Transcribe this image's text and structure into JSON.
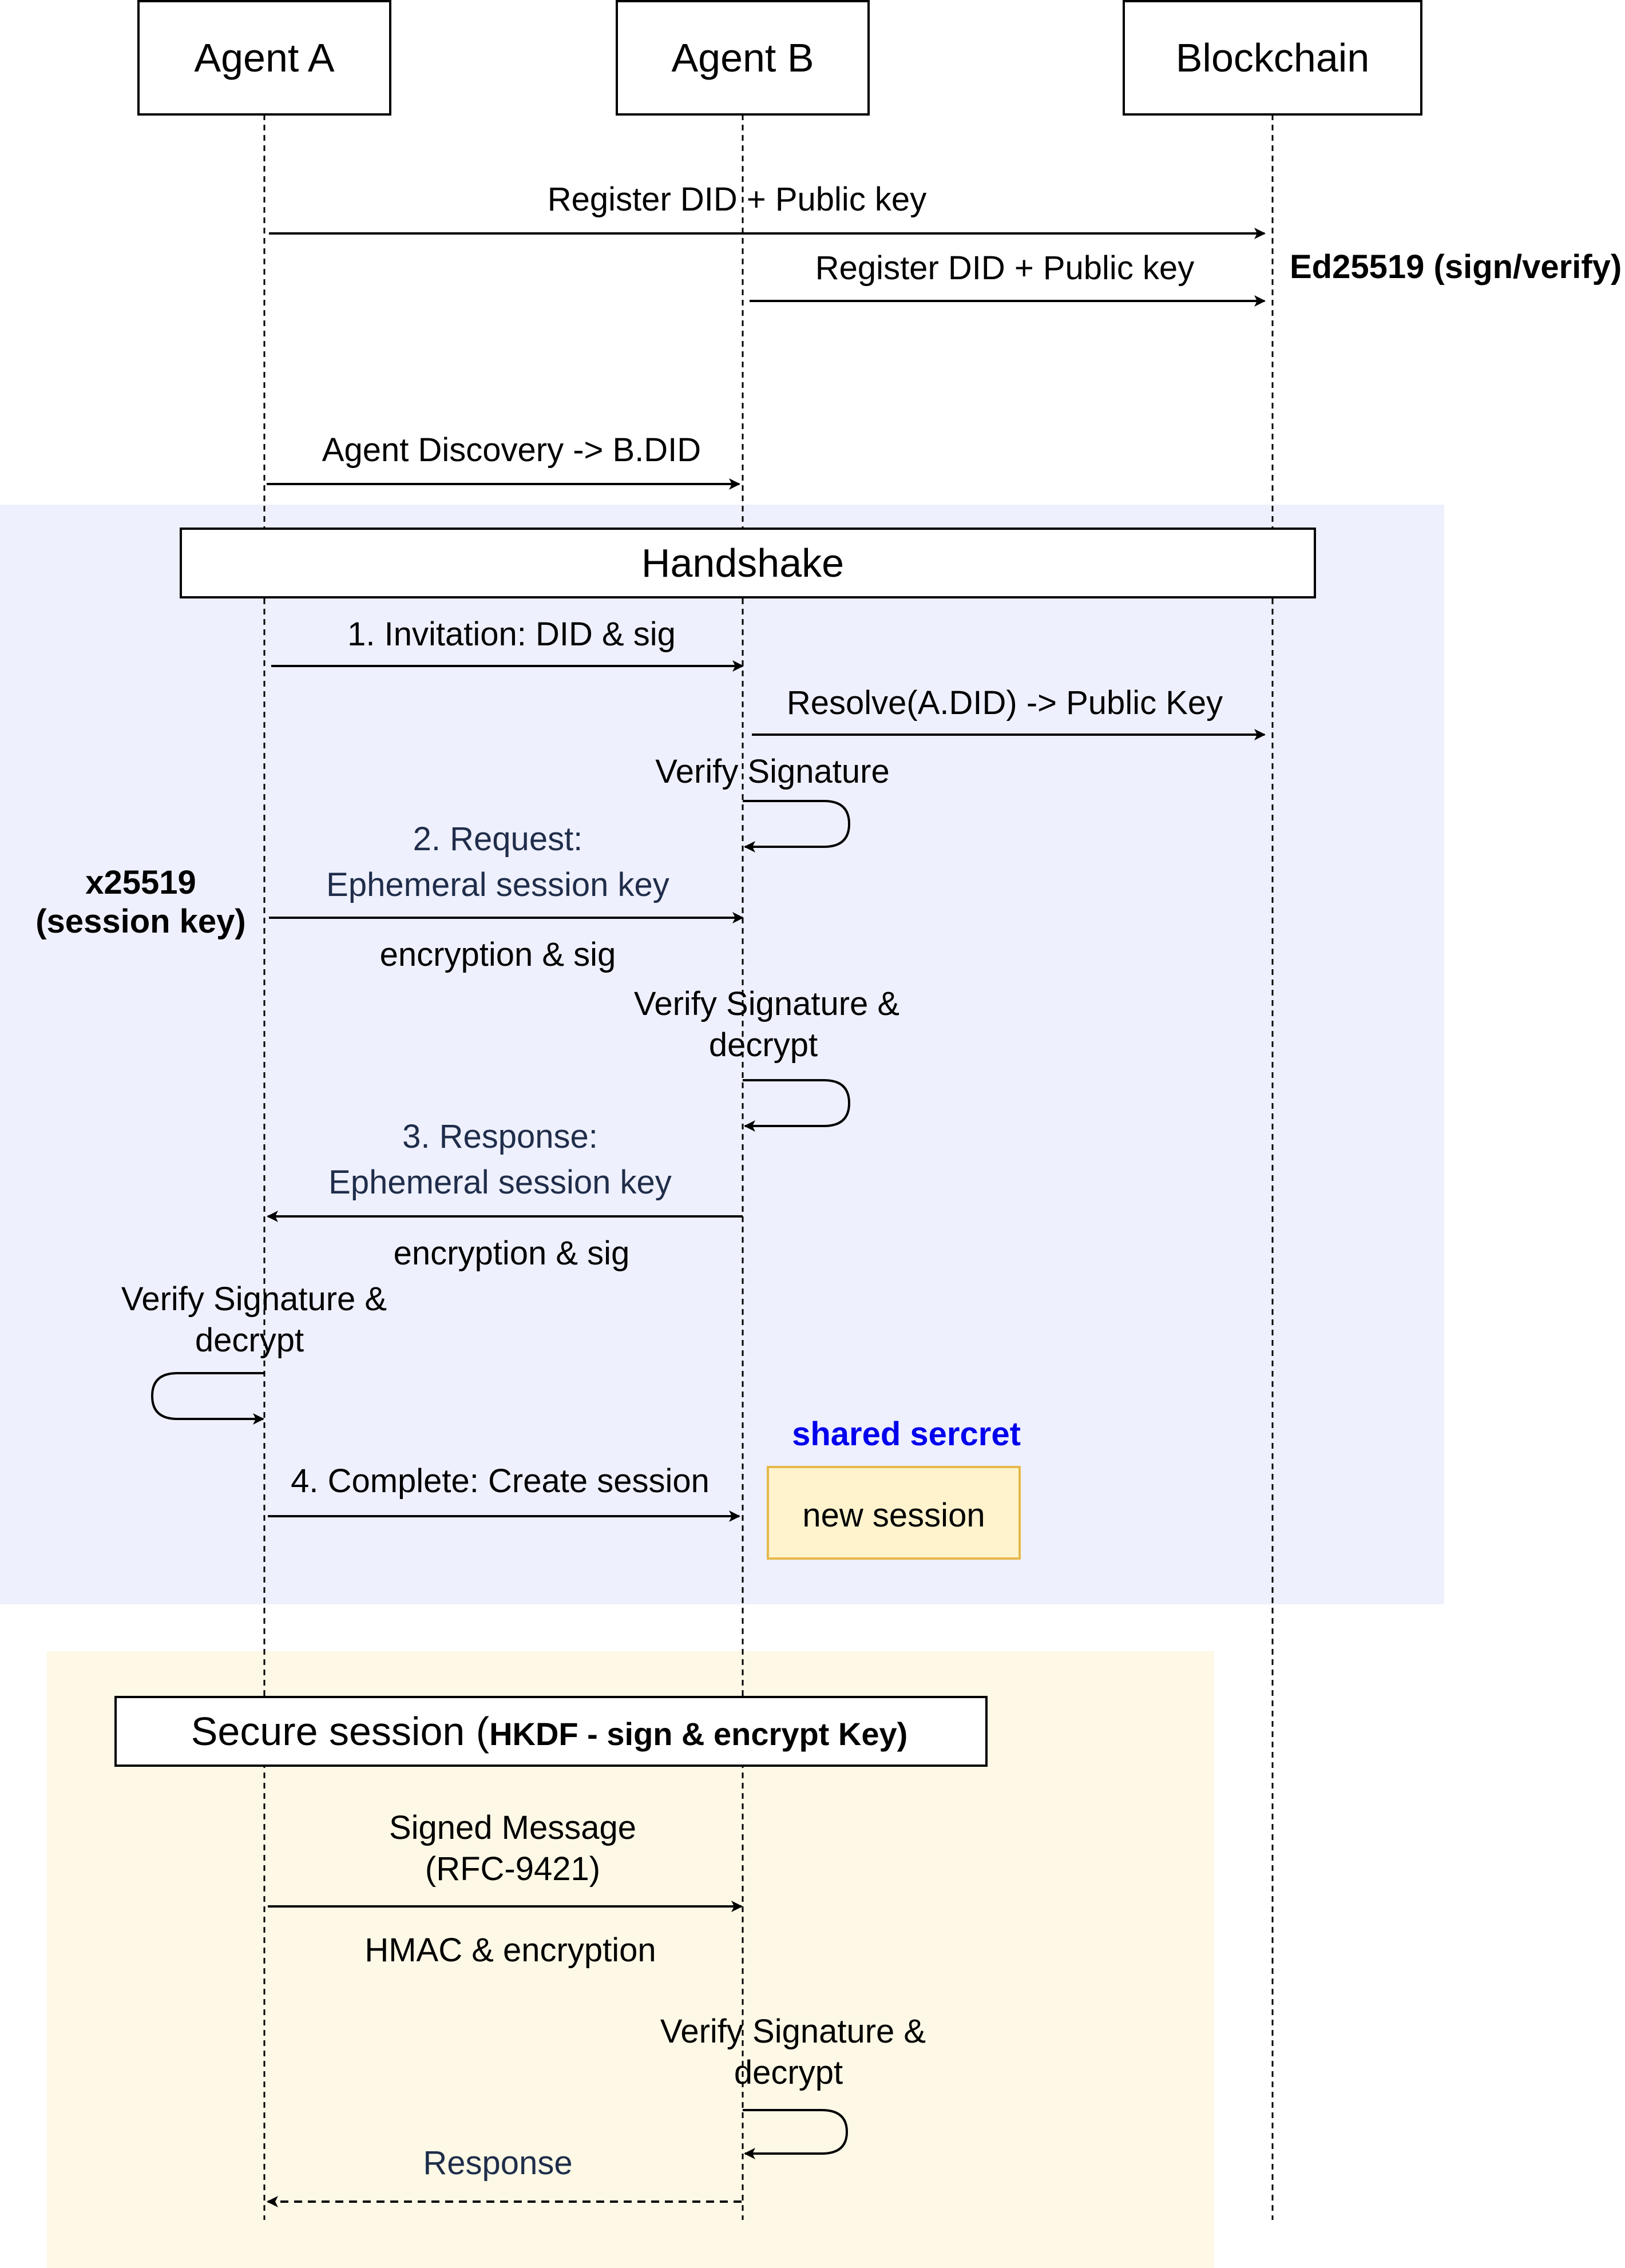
{
  "participants": [
    {
      "id": "agent-a",
      "label": "Agent A"
    },
    {
      "id": "agent-b",
      "label": "Agent B"
    },
    {
      "id": "blockchain",
      "label": "Blockchain"
    }
  ],
  "notes": {
    "ed25519": "Ed25519 (sign/verify)",
    "x25519_line1": "x25519",
    "x25519_line2": "(session key)",
    "shared_secret": "shared sercret",
    "new_session": "new session"
  },
  "colors": {
    "handshake_region": "#eef0fd",
    "secure_region": "#fdf9e6",
    "new_session_fill": "#fff3cd",
    "new_session_border": "#e6b84a",
    "shared_secret_text": "#0000ee",
    "navy_text": "#1f2d4a"
  },
  "handshake": {
    "title": "Handshake"
  },
  "secure_session": {
    "title_main": "Secure session (",
    "title_bold": "HKDF - sign & encrypt Key)"
  },
  "messages": {
    "register_a": "Register DID + Public key",
    "register_b": "Register DID + Public key",
    "discovery": "Agent Discovery -> B.DID",
    "invitation": "1. Invitation: DID & sig",
    "resolve": "Resolve(A.DID) -> Public Key",
    "verify_sig": "Verify Signature",
    "request_line1": "2. Request:",
    "request_line2": "Ephemeral session key",
    "request_sub": "encryption & sig",
    "verify_decrypt_b1_line1": "Verify Signature &",
    "verify_decrypt_b1_line2": "decrypt",
    "response_line1": "3. Response:",
    "response_line2": "Ephemeral session key",
    "response_sub": "encryption & sig",
    "verify_decrypt_a_line1": "Verify Signature &",
    "verify_decrypt_a_line2": "decrypt",
    "complete": "4. Complete: Create session",
    "signed_line1": "Signed Message",
    "signed_line2": "(RFC-9421)",
    "signed_sub": "HMAC & encryption",
    "verify_decrypt_b2_line1": "Verify Signature &",
    "verify_decrypt_b2_line2": "decrypt",
    "final_response": "Response"
  }
}
